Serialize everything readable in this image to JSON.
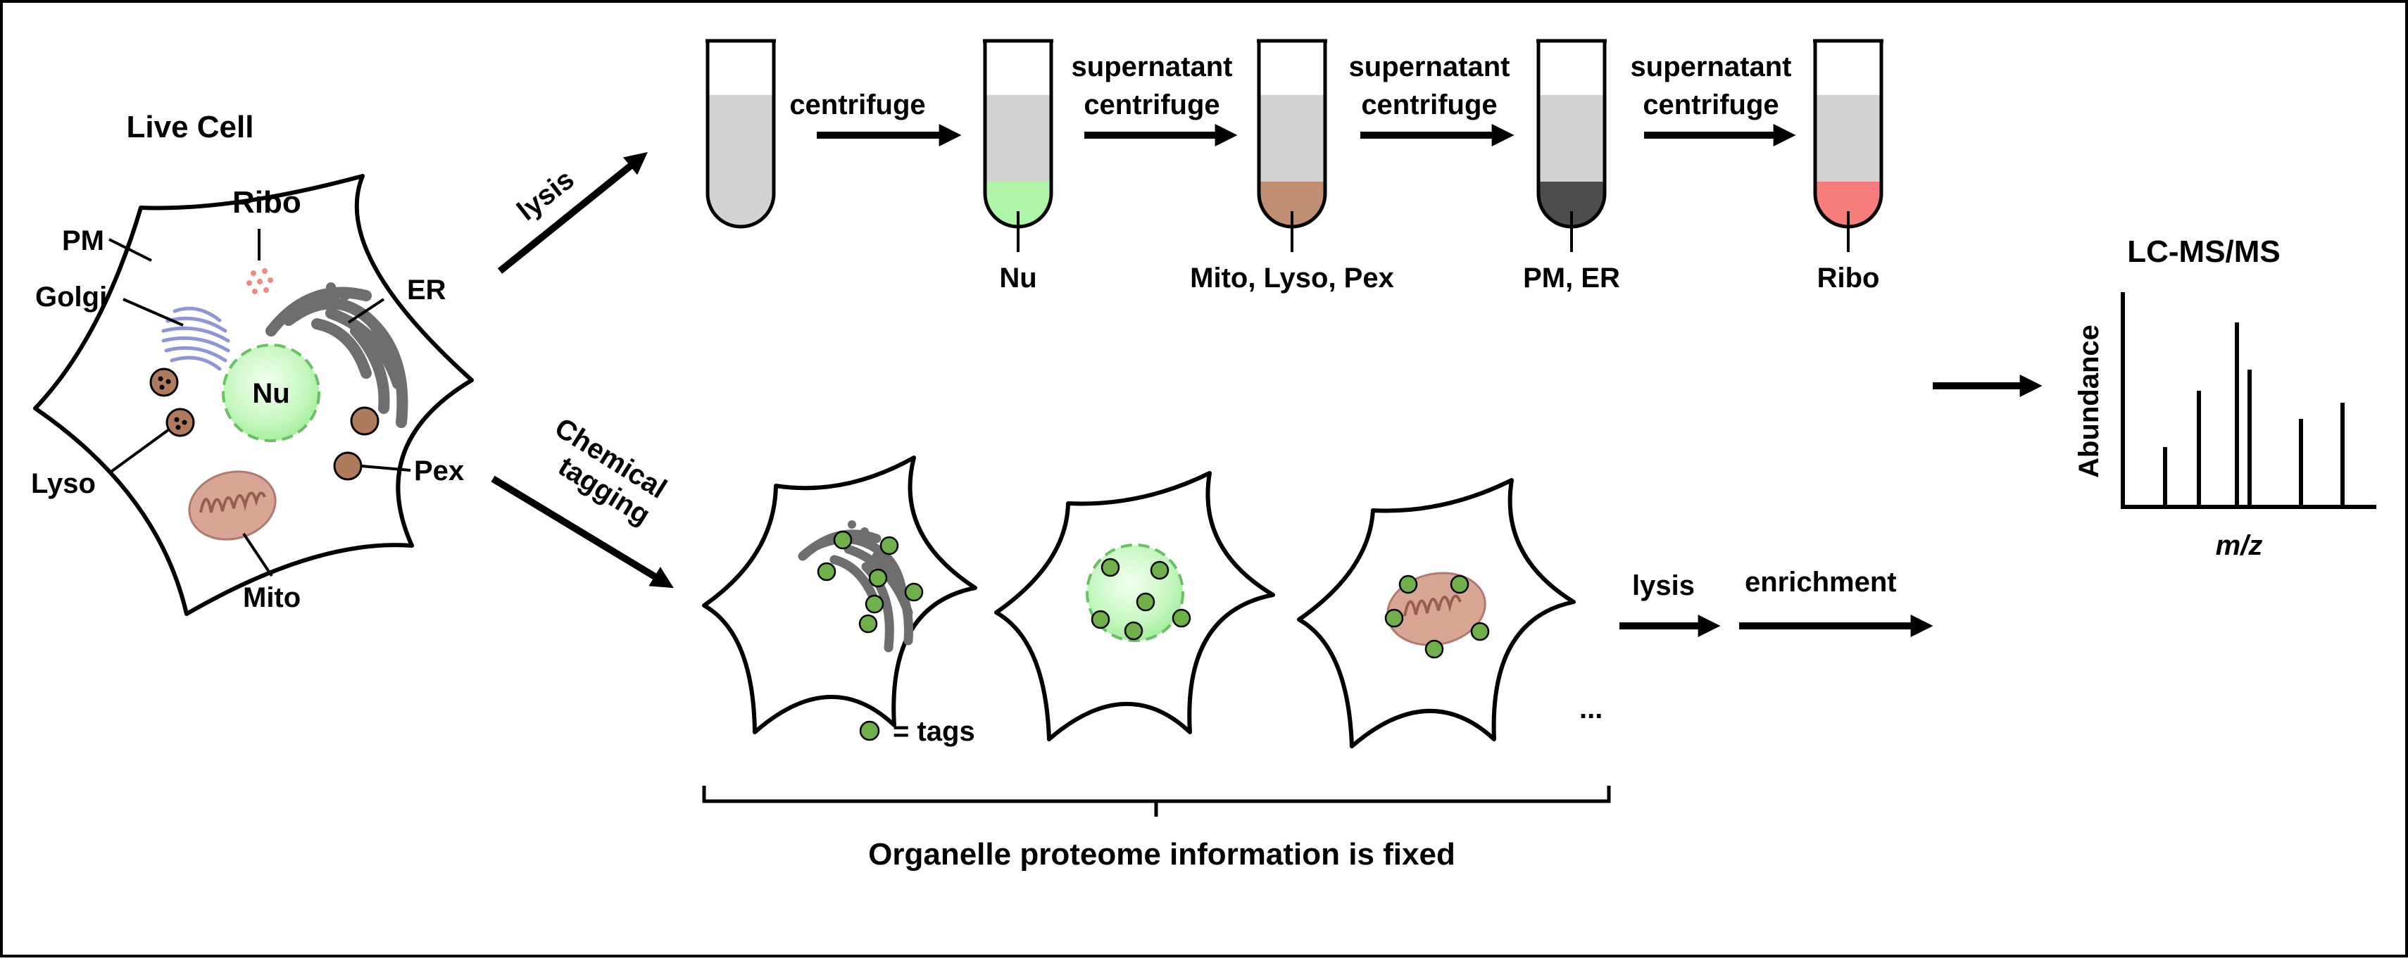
{
  "live_cell": {
    "title": "Live Cell",
    "labels": {
      "pm": "PM",
      "golgi": "Golgi",
      "ribo": "Ribo",
      "er": "ER",
      "nu": "Nu",
      "lyso": "Lyso",
      "pex": "Pex",
      "mito": "Mito"
    }
  },
  "top_path": {
    "lysis": "lysis",
    "steps": [
      {
        "line1": "",
        "line2": "centrifuge"
      },
      {
        "line1": "supernatant",
        "line2": "centrifuge"
      },
      {
        "line1": "supernatant",
        "line2": "centrifuge"
      },
      {
        "line1": "supernatant",
        "line2": "centrifuge"
      }
    ],
    "tubes": [
      {
        "pellet_label": "",
        "pellet_color": "#d3d3d3"
      },
      {
        "pellet_label": "Nu",
        "pellet_color": "#aef5a8"
      },
      {
        "pellet_label": "Mito, Lyso, Pex",
        "pellet_color": "#c08f72"
      },
      {
        "pellet_label": "PM, ER",
        "pellet_color": "#4d4d4d"
      },
      {
        "pellet_label": "Ribo",
        "pellet_color": "#f77c7c"
      }
    ]
  },
  "bottom_path": {
    "tagging_line1": "Chemical",
    "tagging_line2": "tagging",
    "tags_legend": "= tags",
    "ellipsis": "...",
    "lysis": "lysis",
    "enrichment": "enrichment",
    "brace_caption": "Organelle proteome information is fixed"
  },
  "ms": {
    "title": "LC-MS/MS",
    "ylabel": "Abundance",
    "xlabel": "m/z"
  },
  "colors": {
    "tag": "#6fb04b",
    "nucleus": "#c6f7c0",
    "mito": "#d9a595",
    "golgi": "#8e96d8",
    "er": "#6e6e6e",
    "lyso": "#b07a5c",
    "ribo": "#f08a80",
    "tube_supernatant": "#d3d3d3"
  }
}
